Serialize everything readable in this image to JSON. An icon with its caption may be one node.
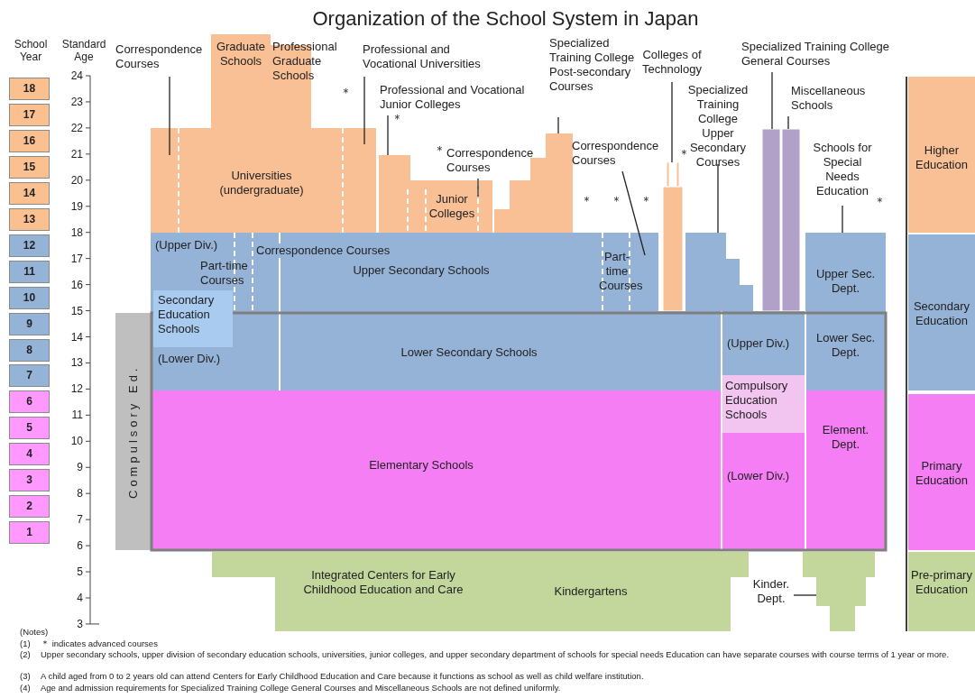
{
  "diagram": {
    "title": "Organization of the School System in Japan",
    "nodes": [
      {
        "text": [
          "Universities (undergraduate)"
        ]
      },
      {
        "text": [
          "Graduate Schools"
        ]
      },
      {
        "text": [
          "Professional Graduate Schools"
        ]
      },
      {
        "text": [
          "Junior Colleges"
        ]
      },
      {
        "text": [],
        "shape": "box"
      },
      {
        "text": [],
        "shape": "box"
      },
      {
        "text": [],
        "shape": "bar"
      },
      {
        "text": [],
        "shape": "box"
      },
      {
        "text": [],
        "shape": "bar"
      },
      {
        "text": [],
        "shape": "bar"
      },
      {
        "text": [
          "Upper Secondary Schools"
        ]
      },
      {
        "text": [
          "Secondary Education Schools"
        ]
      },
      {
        "text": [
          "Lower Secondary Schools"
        ]
      },
      {
        "text": [
          "Elementary Schools"
        ]
      },
      {
        "text": [
          "Compulsory Education Schools"
        ]
      },
      {
        "text": [
          "Upper Sec. Dept."
        ]
      },
      {
        "text": [
          "Lower Sec. Dept."
        ]
      },
      {
        "text": [
          "Element. Dept."
        ]
      },
      {
        "text": [],
        "shape": "box"
      },
      {
        "text": [
          "Compulsory Ed."
        ]
      },
      {
        "text": [
          "Integrated Centers for Early Childhood Education and Care"
        ]
      },
      {
        "text": [
          "Kindergartens"
        ]
      },
      {
        "text": [
          "Higher Education"
        ]
      },
      {
        "text": [
          "Secondary Education"
        ]
      },
      {
        "text": [
          "Primary Education"
        ]
      },
      {
        "text": [
          "Pre-primary Education"
        ]
      },
      {
        "text": [
          "18"
        ]
      },
      {
        "text": [
          "17"
        ]
      },
      {
        "text": [
          "16"
        ]
      },
      {
        "text": [
          "15"
        ]
      },
      {
        "text": [
          "14"
        ]
      },
      {
        "text": [
          "13"
        ]
      },
      {
        "text": [
          "12"
        ]
      },
      {
        "text": [
          "11"
        ]
      },
      {
        "text": [
          "10"
        ]
      },
      {
        "text": [
          "9"
        ]
      },
      {
        "text": [
          "8"
        ]
      },
      {
        "text": [
          "7"
        ]
      },
      {
        "text": [
          "6"
        ]
      },
      {
        "text": [
          "5"
        ]
      },
      {
        "text": [
          "4"
        ]
      },
      {
        "text": [
          "3"
        ]
      },
      {
        "text": [
          "2"
        ]
      },
      {
        "text": [
          "1"
        ]
      },
      {
        "text": [
          "Correspondence Courses"
        ]
      },
      {
        "text": [
          "Professional and Vocational Universities"
        ]
      },
      {
        "text": [
          "Professional and Vocational Junior Colleges"
        ]
      },
      {
        "text": [
          "Correspondence Courses"
        ]
      },
      {
        "text": [
          "Specialized Training College Post-secondary Courses"
        ]
      },
      {
        "text": [
          "Correspondence Courses"
        ]
      },
      {
        "text": [
          "Colleges of Technology"
        ]
      },
      {
        "text": [
          "Specialized Training College Upper Secondary Courses"
        ]
      },
      {
        "text": [
          "Specialized Training College General Courses"
        ]
      },
      {
        "text": [
          "Miscellaneous Schools"
        ]
      },
      {
        "text": [
          "Schools for Special Needs Education"
        ]
      },
      {
        "text": [
          "Kinder. Dept."
        ]
      }
    ],
    "edges": [
      {
        "from": 44,
        "to": 0,
        "arrow": "none"
      },
      {
        "from": 45,
        "to": 0,
        "arrow": "none"
      },
      {
        "from": 46,
        "to": 4,
        "arrow": "none"
      },
      {
        "from": 47,
        "to": 3,
        "arrow": "none"
      },
      {
        "from": 48,
        "to": 5,
        "arrow": "none"
      },
      {
        "from": 49,
        "to": 10,
        "arrow": "none"
      },
      {
        "from": 50,
        "to": 6,
        "arrow": "none"
      },
      {
        "from": 51,
        "to": 7,
        "arrow": "none"
      },
      {
        "from": 52,
        "to": 8,
        "arrow": "none"
      },
      {
        "from": 53,
        "to": 9,
        "arrow": "none"
      },
      {
        "from": 54,
        "to": 15,
        "arrow": "none"
      },
      {
        "from": 55,
        "to": 18,
        "arrow": "none"
      }
    ],
    "labels": [
      "School Year",
      "Standard Age",
      "24",
      "23",
      "22",
      "21",
      "20",
      "19",
      "18",
      "17",
      "16",
      "15",
      "14",
      "13",
      "12",
      "11",
      "10",
      "9",
      "8",
      "7",
      "6",
      "5",
      "4",
      "3",
      "＊",
      "＊",
      "＊",
      "＊",
      "＊",
      "＊",
      "＊",
      "＊",
      "(Upper Div.)",
      "Part-time Courses",
      "Correspondence Courses",
      "Part-time Courses",
      "(Lower Div.)",
      "(Upper Div.)",
      "(Lower Div.)",
      "(Notes)",
      "(1)",
      "＊ indicates advanced courses",
      "(2)",
      "Upper secondary schools, upper division of secondary education schools, universities, junior colleges, and upper secondary department of schools for special needs Education can have separate courses with course terms of 1 year or more.",
      "(3)",
      "A child aged from 0 to 2 years old can attend Centers for Early Childhood Education and Care because it functions as school as well as child welfare institution.",
      "(4)",
      "Age and admission requirements for Specialized Training College General Courses and Miscellaneous Schools are not defined uniformly."
    ]
  }
}
